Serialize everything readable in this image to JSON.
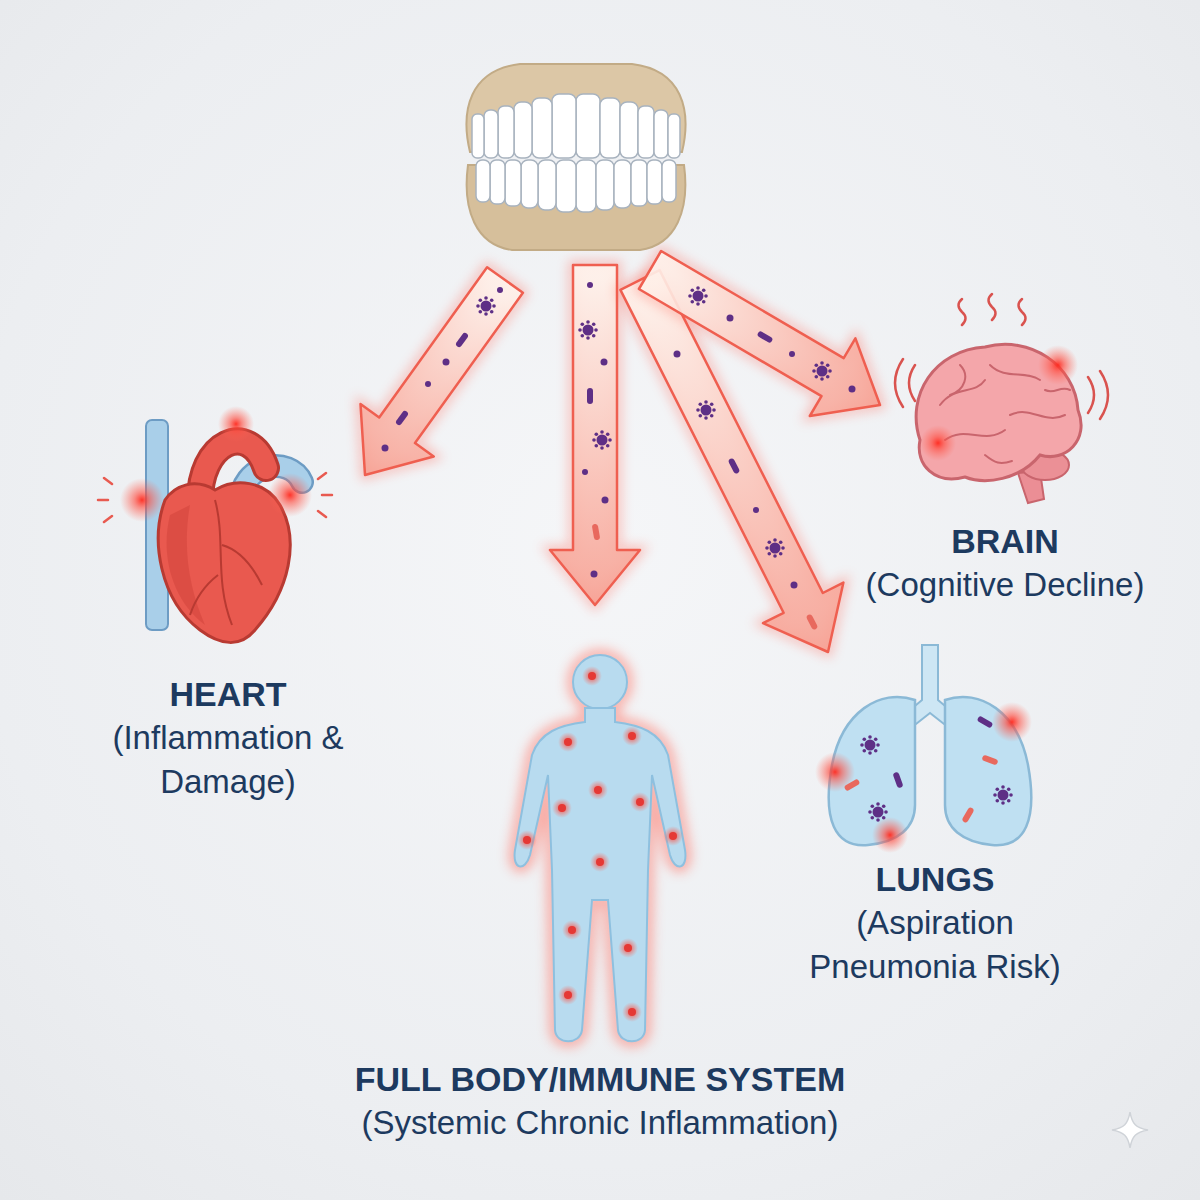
{
  "diagram": {
    "nodes": [
      {
        "text": [
          "HEART",
          "(Inflammation & Damage)"
        ]
      },
      {
        "text": [
          "BRAIN",
          "(Cognitive Decline)"
        ]
      },
      {
        "text": [
          "LUNGS",
          "(Aspiration Pneumonia Risk)"
        ]
      },
      {
        "text": [
          "FULL BODY/IMMUNE SYSTEM",
          "(Systemic Chronic Inflammation)"
        ]
      }
    ]
  }
}
